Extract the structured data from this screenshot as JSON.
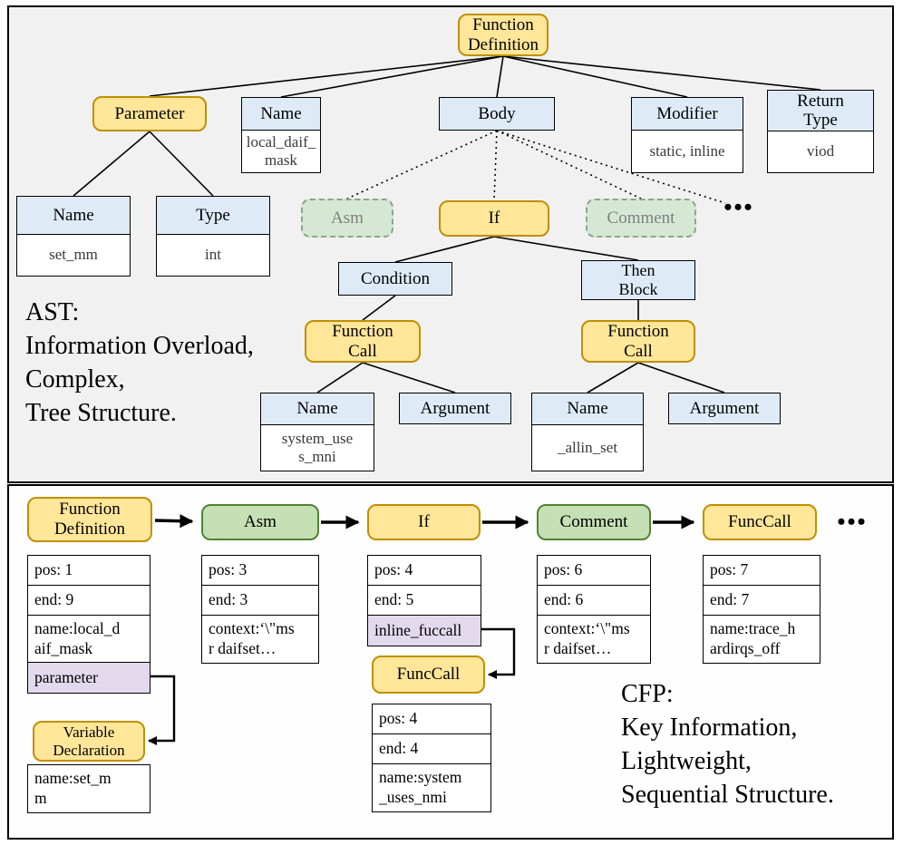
{
  "ast": {
    "caption": "AST:\nInformation Overload,\nComplex,\nTree Structure.",
    "ellipsis": "•••",
    "nodes": {
      "root": "Function\nDefinition",
      "parameter": "Parameter",
      "name": "Name",
      "name_value": "local_daif_\nmask",
      "body": "Body",
      "modifier": "Modifier",
      "modifier_value": "static, inline",
      "return_type": "Return\nType",
      "return_type_value": "viod",
      "param_name": "Name",
      "param_name_value": "set_mm",
      "param_type": "Type",
      "param_type_value": "int",
      "asm": "Asm",
      "if": "If",
      "comment": "Comment",
      "condition": "Condition",
      "then_block": "Then\nBlock",
      "func_call_left": "Function\nCall",
      "func_call_right": "Function\nCall",
      "fc_left_name": "Name",
      "fc_left_name_value": "system_use\ns_mni",
      "fc_left_arg": "Argument",
      "fc_right_name": "Name",
      "fc_right_name_value": "_allin_set",
      "fc_right_arg": "Argument"
    }
  },
  "cfp": {
    "caption": "CFP:\nKey Information,\nLightweight,\nSequential Structure.",
    "ellipsis": "•••",
    "function_definition": {
      "label": "Function\nDefinition",
      "rows": [
        "pos: 1",
        "end: 9",
        "name:local_d\naif_mask",
        "parameter"
      ],
      "child_label": "Variable\nDeclaration",
      "child_row": "name:set_m\nm"
    },
    "asm": {
      "label": "Asm",
      "rows": [
        "pos: 3",
        "end: 3",
        "context:‘\\\"ms\nr daifset…"
      ]
    },
    "if": {
      "label": "If",
      "rows": [
        "pos: 4",
        "end: 5",
        "inline_fuccall"
      ],
      "child_label": "FuncCall",
      "child_rows": [
        "pos: 4",
        "end: 4",
        "name:system\n_uses_nmi"
      ]
    },
    "comment": {
      "label": "Comment",
      "rows": [
        "pos: 6",
        "end: 6",
        "context:‘\\\"ms\nr daifset…"
      ]
    },
    "funccall": {
      "label": "FuncCall",
      "rows": [
        "pos: 7",
        "end: 7",
        "name:trace_h\nardirqs_off"
      ]
    }
  }
}
